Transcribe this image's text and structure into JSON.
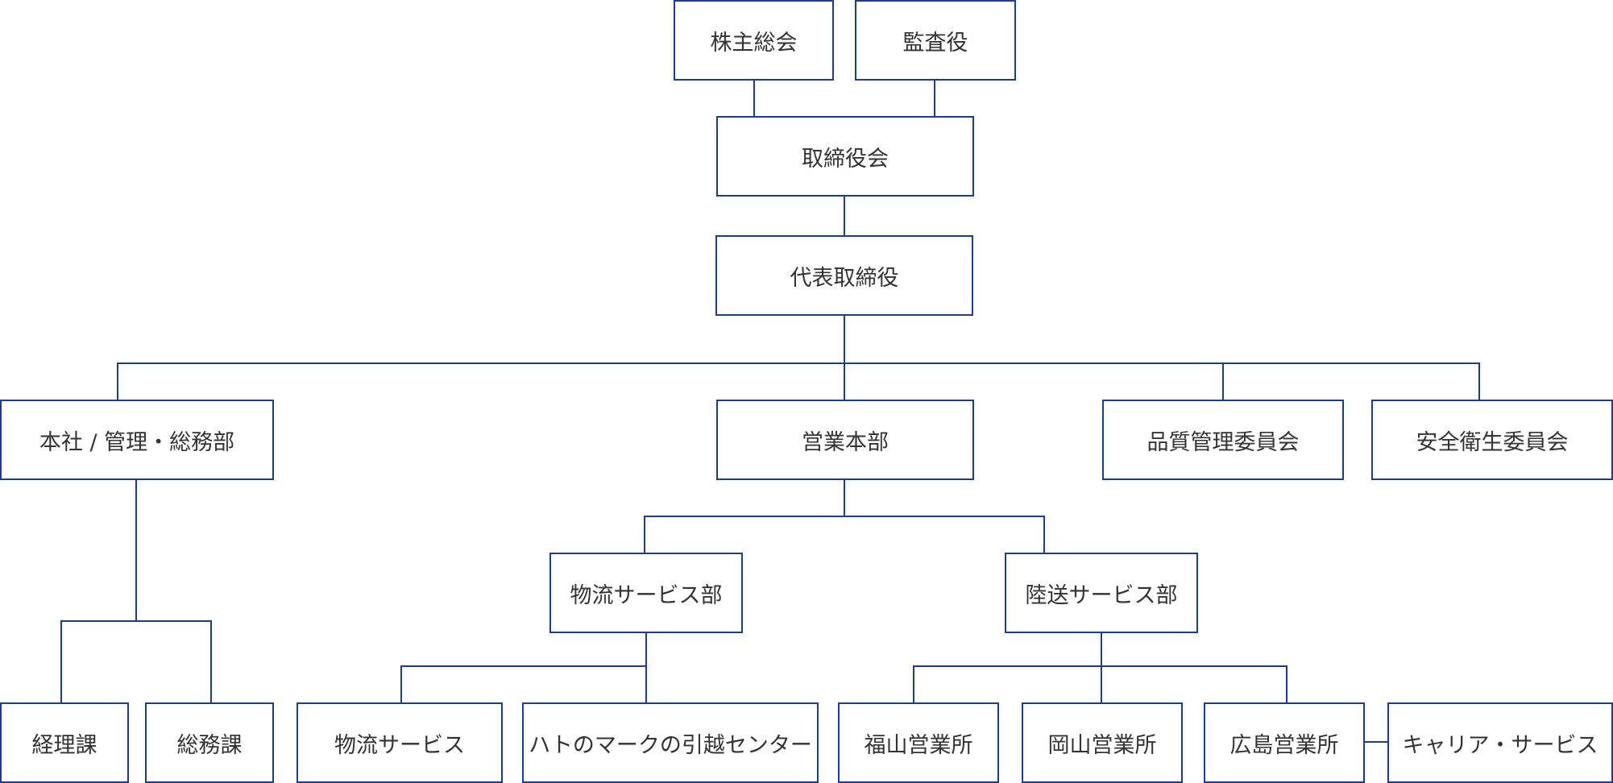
{
  "colors": {
    "line": "#1a3d8f",
    "border": "#1a3d8f",
    "text": "#333333",
    "background": "#ffffff"
  },
  "org_chart": {
    "nodes": {
      "shareholders": "株主総会",
      "auditor": "監査役",
      "board": "取締役会",
      "president": "代表取締役",
      "hq_admin": "本社 / 管理・総務部",
      "sales_hq": "営業本部",
      "quality_committee": "品質管理委員会",
      "safety_committee": "安全衛生委員会",
      "logistics_dept": "物流サービス部",
      "land_transport_dept": "陸送サービス部",
      "accounting": "経理課",
      "general_affairs": "総務課",
      "logistics_service": "物流サービス",
      "moving_center": "ハトのマークの引越センター",
      "fukuyama_office": "福山営業所",
      "okayama_office": "岡山営業所",
      "hiroshima_office": "広島営業所",
      "carrier_service": "キャリア・サービス"
    }
  }
}
